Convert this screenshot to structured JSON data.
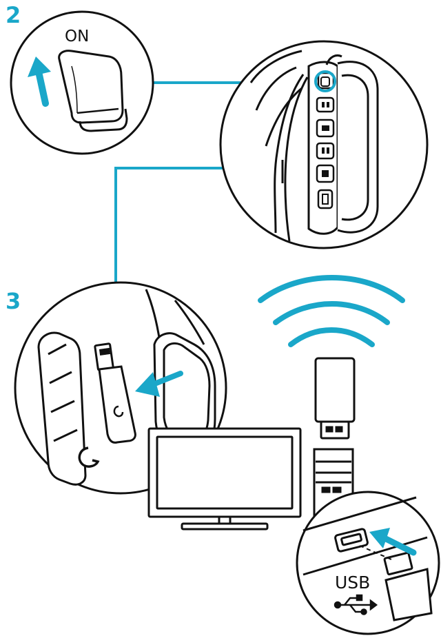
{
  "steps": {
    "step2_number": "2",
    "step3_number": "3"
  },
  "labels": {
    "power_state": "ON",
    "usb": "USB"
  },
  "colors": {
    "accent": "#1aa7c9",
    "line": "#111111",
    "fill": "#ffffff"
  },
  "icons": [
    "power-switch-icon",
    "headset-earcup-icon",
    "usb-receiver-icon",
    "wifi-signal-icon",
    "monitor-icon",
    "pc-tower-icon",
    "usb-symbol-icon"
  ]
}
